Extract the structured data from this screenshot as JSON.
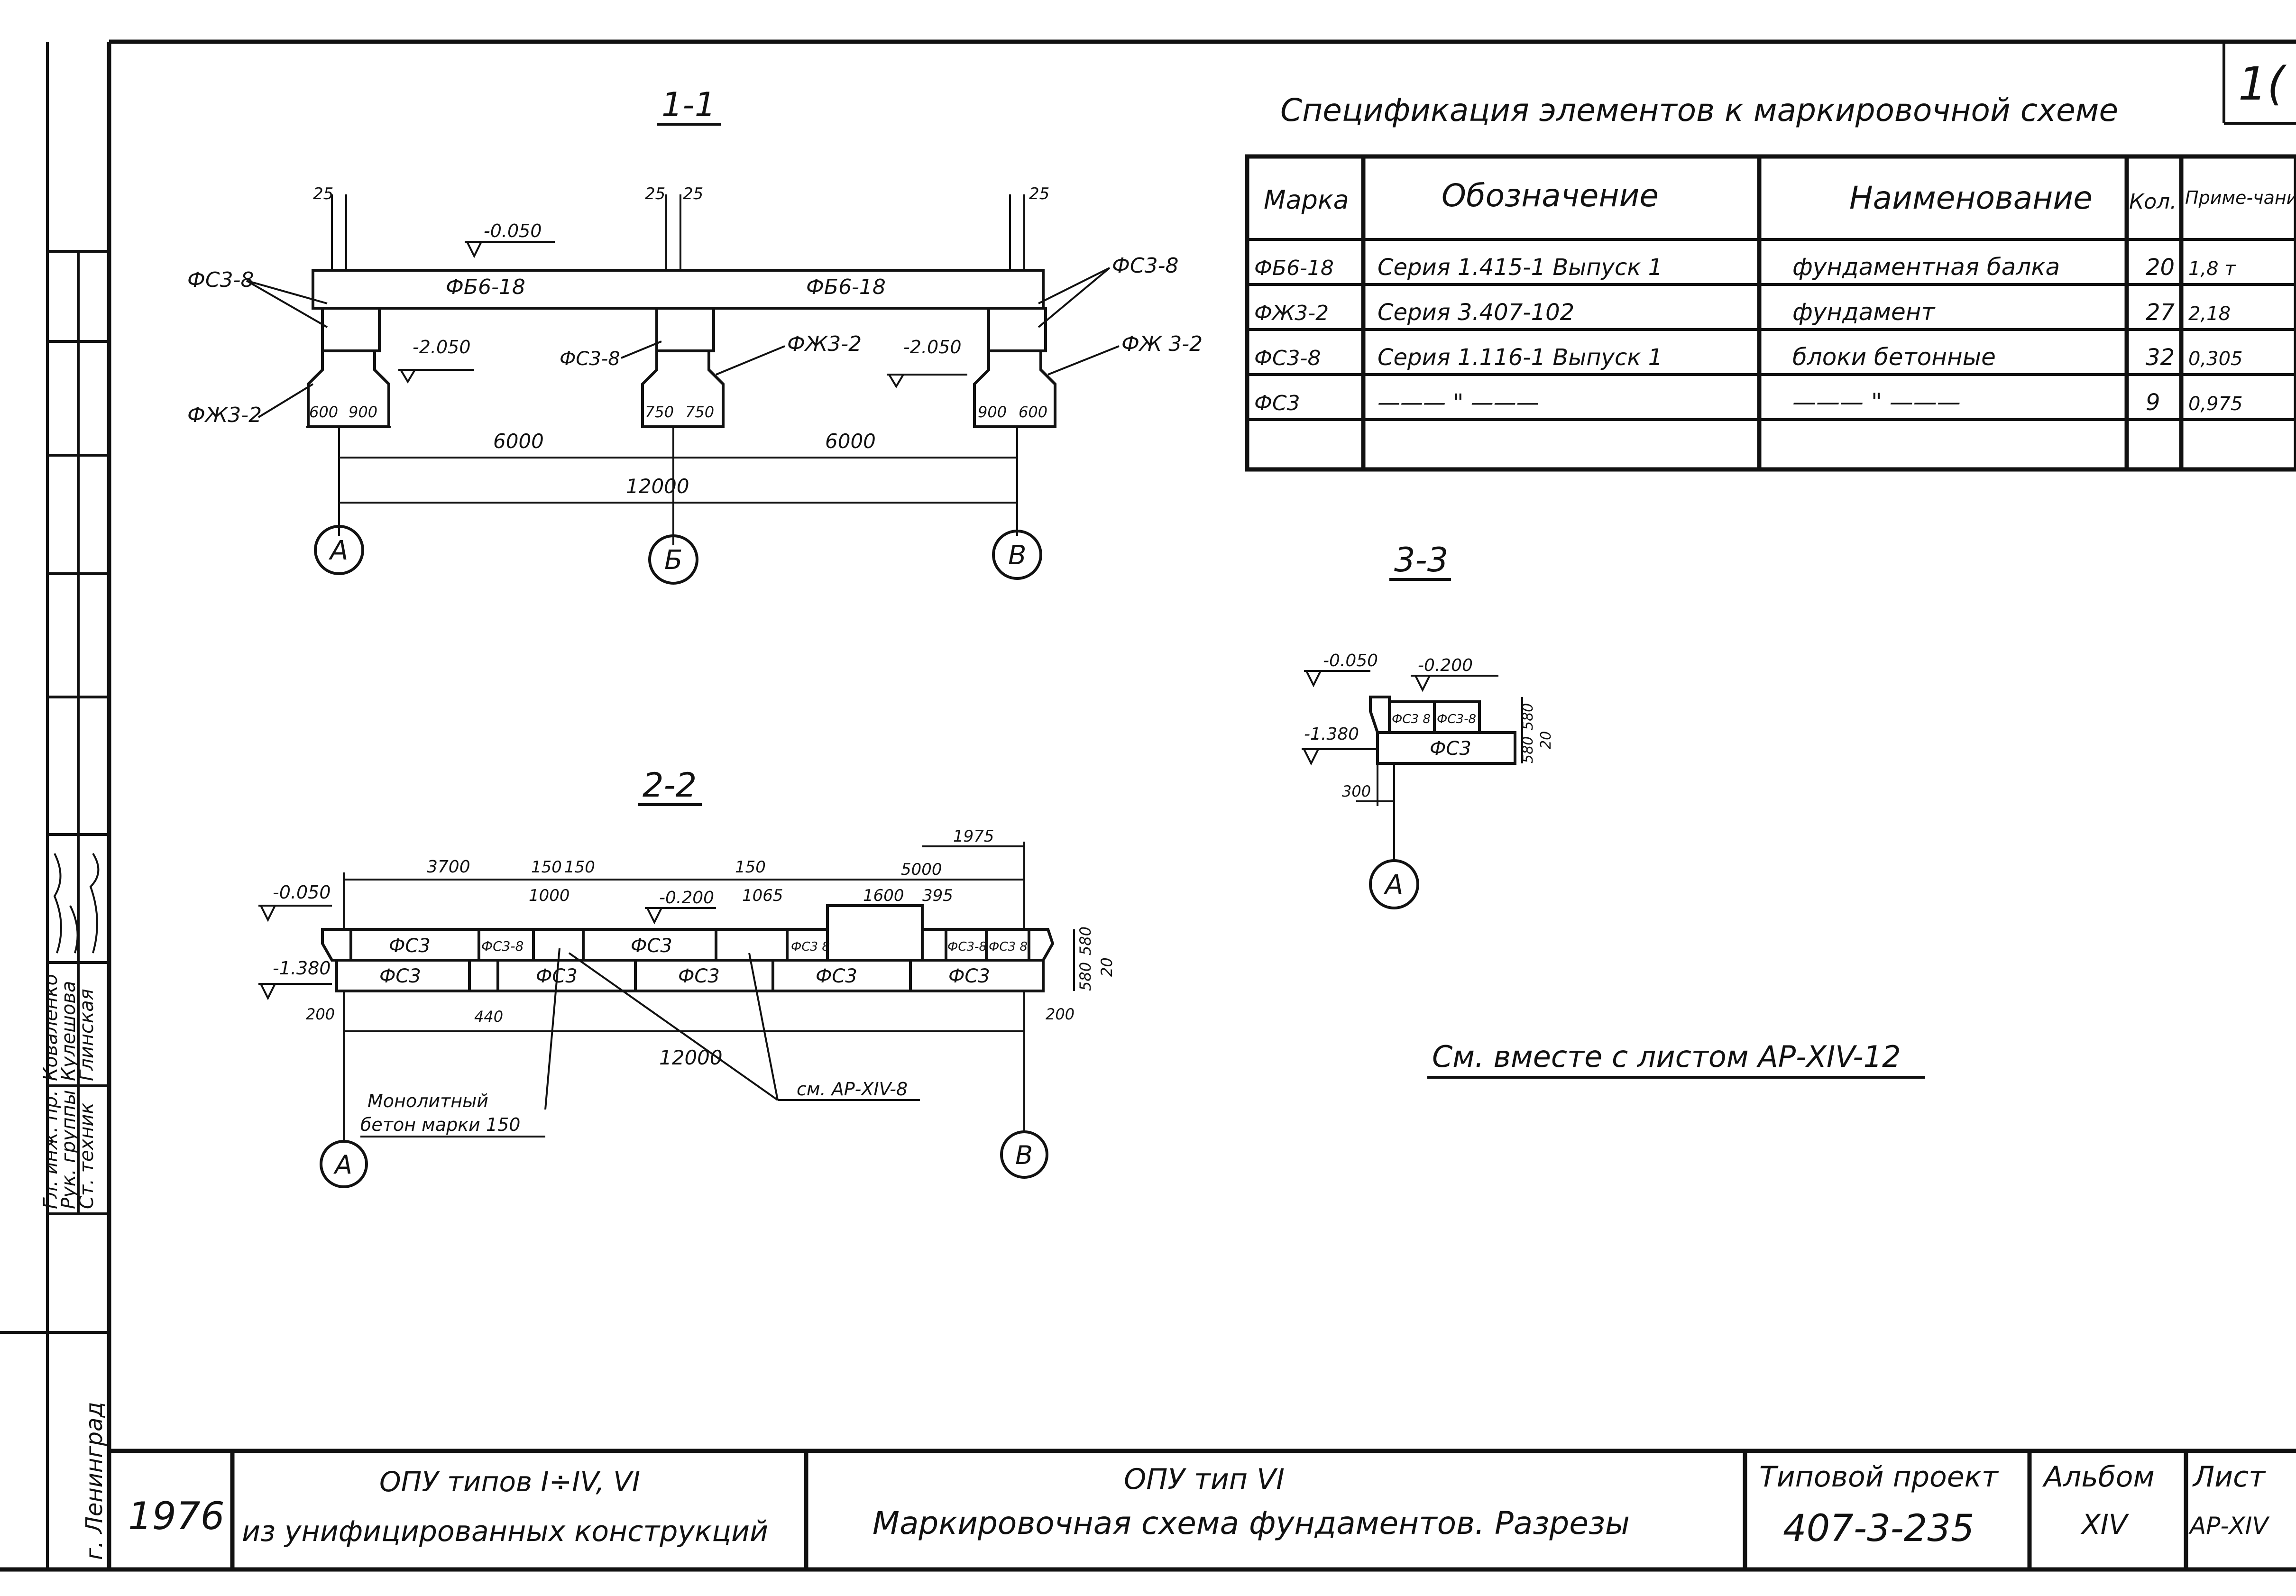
{
  "sheet": {
    "sheet_corner": "1(",
    "spec_title": "Спецификация элементов к маркировочной схеме",
    "see_also": "См. вместе с листом АР-XIV-12"
  },
  "spec_table": {
    "headers": [
      "Марка",
      "Обозначение",
      "Наименование",
      "Кол.",
      "Приме-чание"
    ],
    "rows": [
      [
        "ФБ6-18",
        "Серия 1.415-1 Выпуск 1",
        "фундаментная балка",
        "20",
        "1,8 т"
      ],
      [
        "ФЖ3-2",
        "Серия 3.407-102",
        "фундамент",
        "27",
        "2,18"
      ],
      [
        "ФС3-8",
        "Серия 1.116-1 Выпуск 1",
        "блоки бетонные",
        "32",
        "0,305"
      ],
      [
        "ФС3",
        "——— \" ———",
        "——— \" ———",
        "9",
        "0,975"
      ],
      [
        "",
        "",
        "",
        "",
        ""
      ]
    ]
  },
  "section_1_1": {
    "title": "1-1",
    "beam_labels": [
      "ФБ6-18",
      "ФБ6-18"
    ],
    "block_labels": [
      "ФС3-8",
      "ФС3-8",
      "ФС3-8"
    ],
    "footing_labels": [
      "ФЖ3-2",
      "ФЖ3-2",
      "ФЖ 3-2"
    ],
    "levels": [
      "-0.050",
      "-2.050",
      "-2.050"
    ],
    "top_dims": [
      "25",
      "25",
      "25",
      "25"
    ],
    "base_dims": [
      "600",
      "900",
      "750",
      "750",
      "900",
      "600"
    ],
    "spans": [
      "6000",
      "6000"
    ],
    "total": "12000",
    "axes": [
      "А",
      "Б",
      "В"
    ]
  },
  "section_2_2": {
    "title": "2-2",
    "levels": [
      "-0.050",
      "-1.380",
      "-0.200"
    ],
    "top_dims": [
      "3700",
      "150",
      "150",
      "1000",
      "150",
      "1065",
      "1600",
      "395",
      "5000",
      "1975"
    ],
    "upper_blocks": [
      "ФС3",
      "ФС3-8",
      "ФС3",
      "ФС3 8",
      "ФС3-8",
      "ФС3 8"
    ],
    "lower_blocks": [
      "ФС3",
      "ФС3",
      "ФС3",
      "ФС3",
      "ФС3"
    ],
    "small_dims": [
      "200",
      "440",
      "200"
    ],
    "right_dims": [
      "580",
      "580",
      "20"
    ],
    "total": "12000",
    "note_concrete_1": "Монолитный",
    "note_concrete_2": "бетон марки 150",
    "note_ref": "см. АР-XIV-8",
    "axes": [
      "А",
      "В"
    ]
  },
  "section_3_3": {
    "title": "3-3",
    "levels": [
      "-0.050",
      "-0.200",
      "-1.380"
    ],
    "blocks": [
      "ФС3 8",
      "ФС3-8",
      "ФС3"
    ],
    "dims": [
      "580",
      "580",
      "20",
      "300"
    ],
    "axis": "А"
  },
  "side_strip": {
    "roles": [
      "Гл. инж. пр.",
      "Рук. группы",
      "Ст. техник"
    ],
    "names": [
      "Коваленко",
      "Кулешова",
      "Глинская"
    ],
    "org": "г. Ленинград"
  },
  "title_block": {
    "year": "1976",
    "project_line1": "ОПУ типов I÷IV, VI",
    "project_line2": "из унифицированных конструкций",
    "sheet_line1": "ОПУ тип VI",
    "sheet_line2": "Маркировочная схема фундаментов. Разрезы",
    "typ_label": "Типовой проект",
    "typ_number": "407-3-235",
    "album_label": "Альбом",
    "album_number": "XIV",
    "list_label": "Лист",
    "list_number": "АР-XIV"
  }
}
